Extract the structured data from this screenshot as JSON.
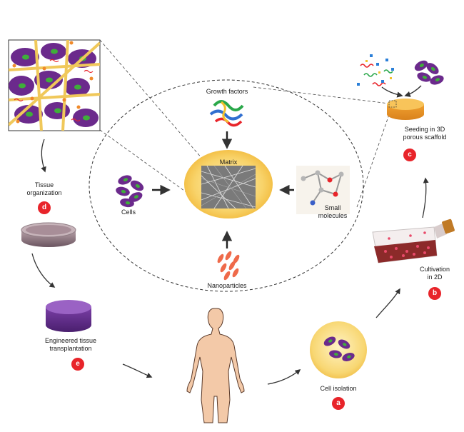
{
  "labels": {
    "growth_factors": "Growth factors",
    "matrix": "Matrix",
    "cells": "Cells",
    "small_molecules": "Small\nmolecules",
    "nanoparticles": "Nanoparticles",
    "seeding": "Seeding in 3D\nporous scaffold",
    "cultivation": "Cultivation\nin 2D",
    "cell_isolation": "Cell isolation",
    "tissue_organization": "Tissue\norganization",
    "engineered_tissue": "Engineered tissue\ntransplantation"
  },
  "badges": {
    "a": "a",
    "b": "b",
    "c": "c",
    "d": "d",
    "e": "e"
  },
  "colors": {
    "badge": "#e8242a",
    "cell_purple": "#6b2a8c",
    "nucleus_green": "#3fae3a",
    "matrix_yellow": "#f6c94a",
    "scaffold_orange": "#f2a43a",
    "fiber_yellow": "#f0c85a"
  }
}
